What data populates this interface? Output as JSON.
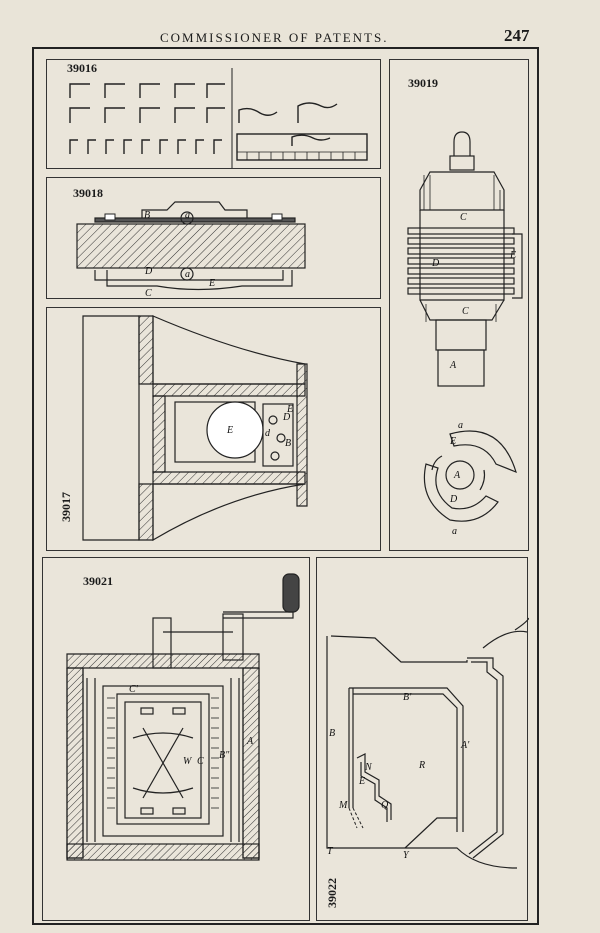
{
  "header": {
    "title": "COMMISSIONER OF PATENTS.",
    "page_number": "247"
  },
  "figures": [
    {
      "id": "fig-39016",
      "number": "39016"
    },
    {
      "id": "fig-39018",
      "number": "39018",
      "labels": [
        "B",
        "a",
        "D",
        "a",
        "E",
        "C"
      ]
    },
    {
      "id": "fig-39017",
      "number": "39017",
      "labels": [
        "E",
        "d",
        "D",
        "B",
        "E"
      ]
    },
    {
      "id": "fig-39019",
      "number": "39019",
      "labels": [
        "C",
        "D",
        "E",
        "C",
        "A",
        "a",
        "E",
        "A",
        "D",
        "a"
      ]
    },
    {
      "id": "fig-39021",
      "number": "39021",
      "labels": [
        "C'",
        "W",
        "C",
        "B\"",
        "A"
      ]
    },
    {
      "id": "fig-39022",
      "number": "39022",
      "labels": [
        "B",
        "B'",
        "E",
        "N",
        "R",
        "A'",
        "M",
        "Q",
        "T",
        "Y"
      ]
    }
  ],
  "colors": {
    "paper": "#e9e4d8",
    "ink": "#1b1b1b"
  }
}
